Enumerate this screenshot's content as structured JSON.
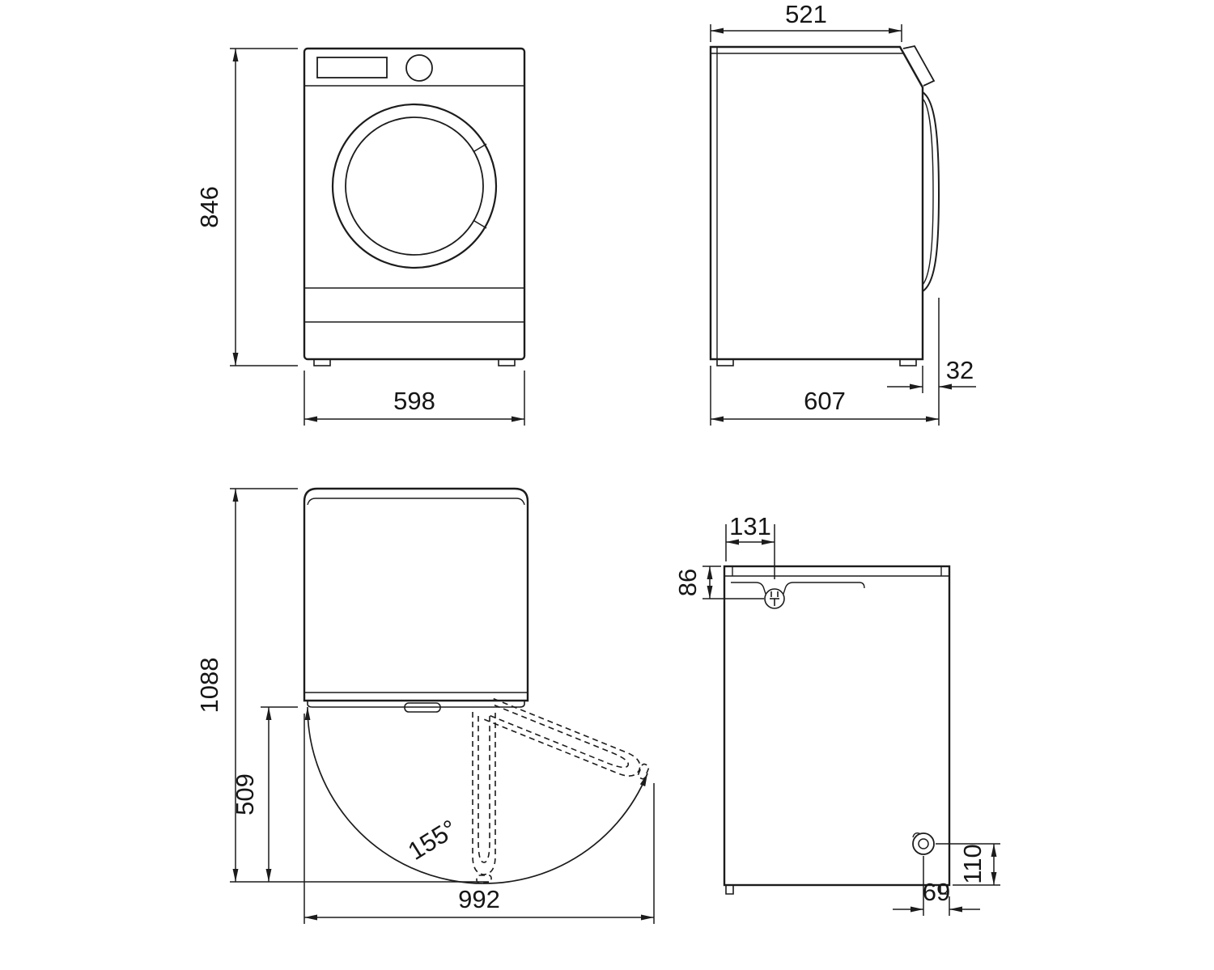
{
  "diagram": {
    "front_view": {
      "height": "846",
      "width": "598"
    },
    "side_view": {
      "top_depth": "521",
      "total_depth": "607",
      "door_protrusion": "32"
    },
    "top_view": {
      "total_depth_open": "1088",
      "door_reach": "509",
      "total_width_open": "992",
      "door_angle": "155°"
    },
    "back_view": {
      "cord_from_left": "131",
      "cord_from_top": "86",
      "drain_from_bottom": "110",
      "drain_from_right": "69"
    }
  },
  "colors": {
    "line": "#1c1c1c",
    "background": "#ffffff"
  }
}
